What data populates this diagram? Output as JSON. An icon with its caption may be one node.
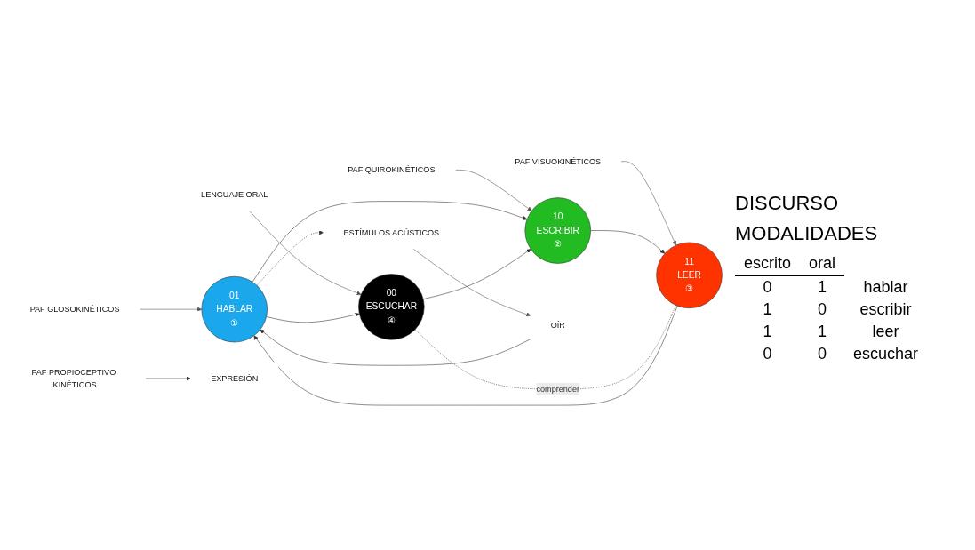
{
  "diagram": {
    "nodes": [
      {
        "text": [
          "01",
          "HABLAR",
          "①"
        ]
      },
      {
        "text": [
          "11",
          "LEER",
          "③"
        ]
      },
      {
        "text": [
          "00",
          "ESCUCHAR",
          "④"
        ]
      },
      {
        "text": [
          "10",
          "ESCRIBIR",
          "②"
        ]
      },
      {
        "text": [
          "PAF GLOSOKINÉTICOS"
        ]
      },
      {
        "text": [
          "PAF VISUOKINÉTICOS"
        ]
      },
      {
        "text": [
          "LENGUAJE ORAL"
        ]
      },
      {
        "text": [
          "PAF QUIROKINÉTICOS"
        ]
      },
      {
        "text": [
          "OÍR"
        ]
      },
      {
        "text": [
          "ESTÍMULOS ACÚSTICOS"
        ]
      },
      {
        "text": [
          "PAF PROPIOCEPTIVO KINÉTICOS"
        ]
      },
      {
        "text": [
          "EXPRESIÓN"
        ]
      }
    ],
    "edges": [
      {
        "from": 4,
        "to": 0,
        "arrow": "to",
        "color": "#555555"
      },
      {
        "from": 5,
        "to": 1,
        "arrow": "to",
        "color": "#555555"
      },
      {
        "from": 6,
        "to": 2,
        "arrow": "to",
        "color": "#555555"
      },
      {
        "from": 7,
        "to": 3,
        "arrow": "to",
        "color": "#555555"
      },
      {
        "from": 9,
        "to": 8,
        "arrow": "to",
        "color": "#555555"
      },
      {
        "from": 8,
        "to": 0,
        "arrow": "to"
      },
      {
        "from": 0,
        "to": 9,
        "arrow": "to",
        "style": "dashed"
      },
      {
        "from": 1,
        "to": 0,
        "arrow": "to"
      },
      {
        "from": 0,
        "to": 2,
        "arrow": "to"
      },
      {
        "from": 0,
        "to": 3,
        "arrow": "to"
      },
      {
        "from": 2,
        "to": 3,
        "arrow": "to"
      },
      {
        "from": 3,
        "to": 1,
        "arrow": "to"
      },
      {
        "from": 2,
        "to": 1,
        "arrow": "none",
        "style": "dashed",
        "label": "comprender"
      },
      {
        "from": 10,
        "to": 11,
        "arrow": "to"
      }
    ],
    "labels": [
      "DISCURSO",
      "MODALIDADES",
      "escrito",
      "oral",
      "0",
      "1",
      "hablar",
      "1",
      "0",
      "escribir",
      "1",
      "1",
      "leer",
      "0",
      "0",
      "escuchar"
    ]
  }
}
